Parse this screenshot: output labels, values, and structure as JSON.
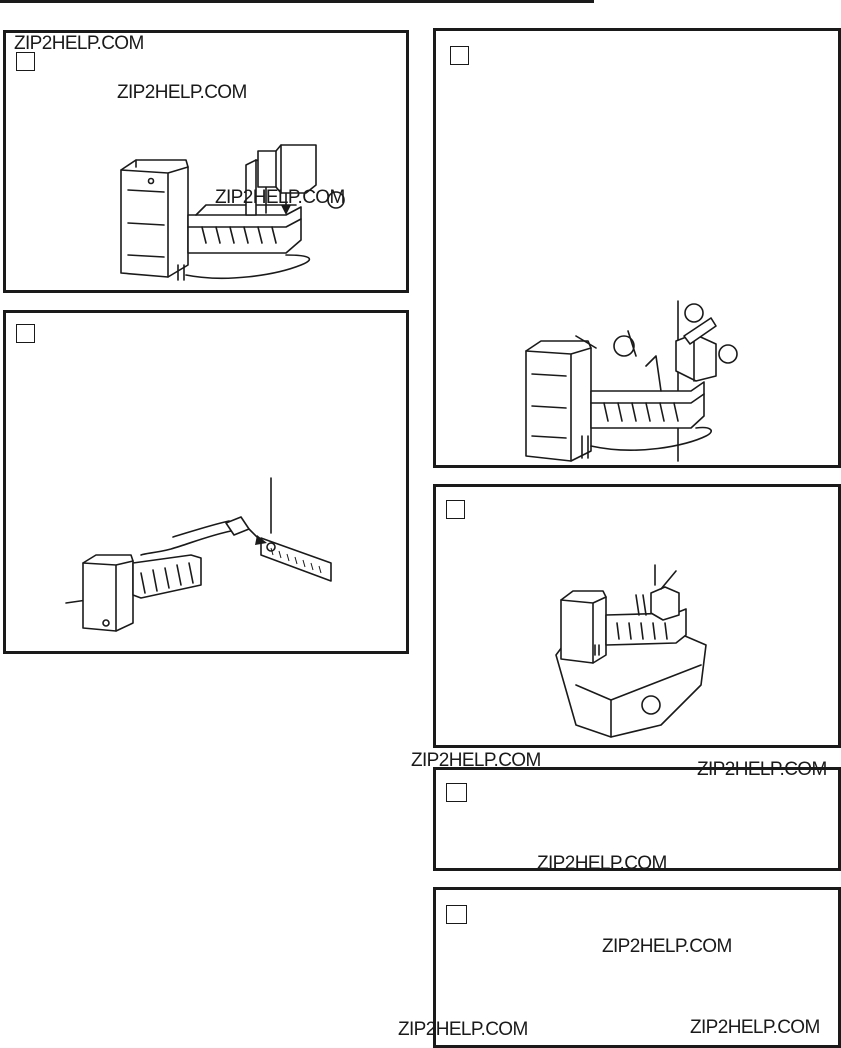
{
  "watermark": "ZIP2HELP.COM",
  "panels": [
    {
      "id": "panel-1",
      "step_label": ""
    },
    {
      "id": "panel-2",
      "step_label": ""
    },
    {
      "id": "panel-3",
      "step_label": ""
    },
    {
      "id": "panel-4",
      "step_label": ""
    },
    {
      "id": "panel-5",
      "step_label": ""
    },
    {
      "id": "panel-6",
      "step_label": ""
    }
  ],
  "illustrations": {
    "panel_1": "icemaker-with-shutoff-arm-bracket",
    "panel_2": "icemaker-harness-plug-into-cabinet-socket",
    "panel_3": "icemaker-mounting-screws-fill-cup",
    "panel_4": "icemaker-over-ice-bucket"
  },
  "colors": {
    "ink": "#1a1a1a",
    "paper": "#ffffff"
  }
}
